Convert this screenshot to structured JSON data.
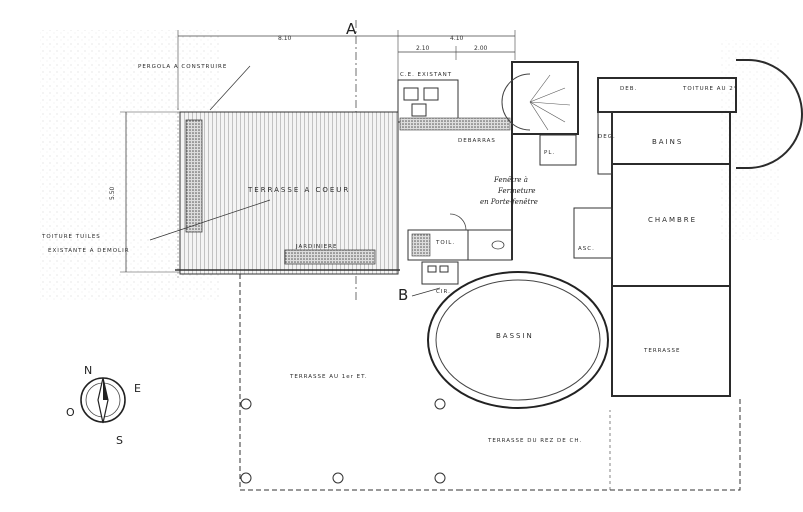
{
  "drawing": {
    "section_mark_a": "A",
    "section_mark_b": "B",
    "dimensions": {
      "top_overall": "8.10",
      "top_right": "4.10",
      "sub_a": "2.10",
      "sub_b": "2.00",
      "left_vertical": "5.50"
    },
    "labels": {
      "pergola": "PERGOLA A CONSTRUIRE",
      "ce_existant": "C.E. EXISTANT",
      "deb": "DEB.",
      "toiture_2e": "TOITURE AU 2°",
      "dbg": "DEG.",
      "bains": "BAINS",
      "pl": "PL.",
      "debarras": "DEBARRAS",
      "terrasse_coeur": "TERRASSE  A  COEUR",
      "chambre": "CHAMBRE",
      "jardiniere": "JARDINIERE",
      "toil": "TOIL.",
      "asc": "ASC.",
      "cir": "CIR.",
      "bassin": "BASSIN",
      "terrasse_right": "TERRASSE",
      "terrasse_1er": "TERRASSE AU 1er ET.",
      "terrasse_rdc": "TERRASSE DU REZ DE CH.",
      "toiture_line1": "TOITURE TUILES",
      "toiture_line2": "EXISTANTE A DEMOLIR"
    },
    "handwritten_note": [
      "Fenêtre à",
      "Fermeture",
      "en Porte-fenêtre"
    ],
    "compass": {
      "n": "N",
      "e": "E",
      "s": "S",
      "o": "O"
    }
  }
}
